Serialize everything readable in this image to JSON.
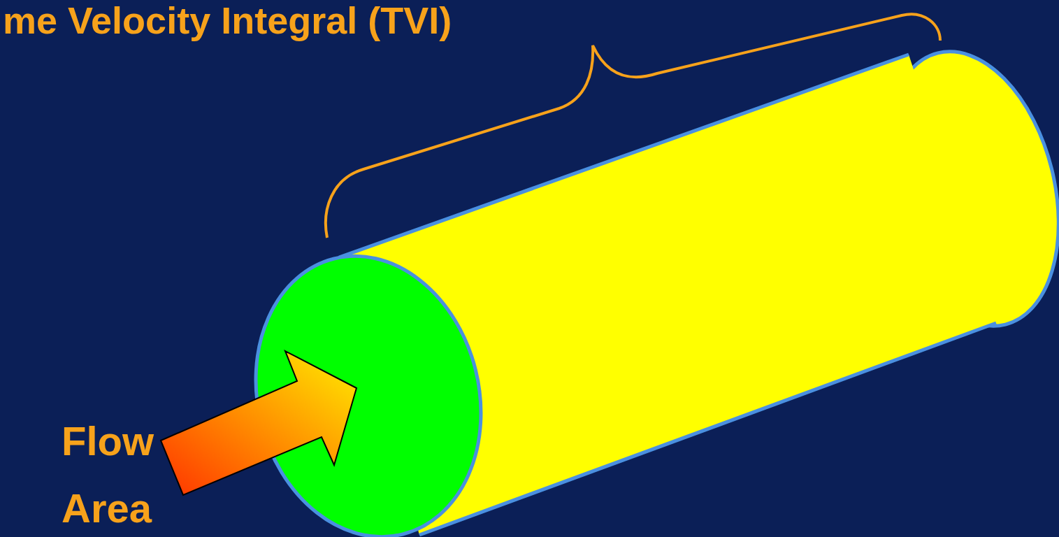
{
  "diagram": {
    "title": "me Velocity Integral (TVI)",
    "labels": [
      "Flow",
      "Area"
    ]
  }
}
